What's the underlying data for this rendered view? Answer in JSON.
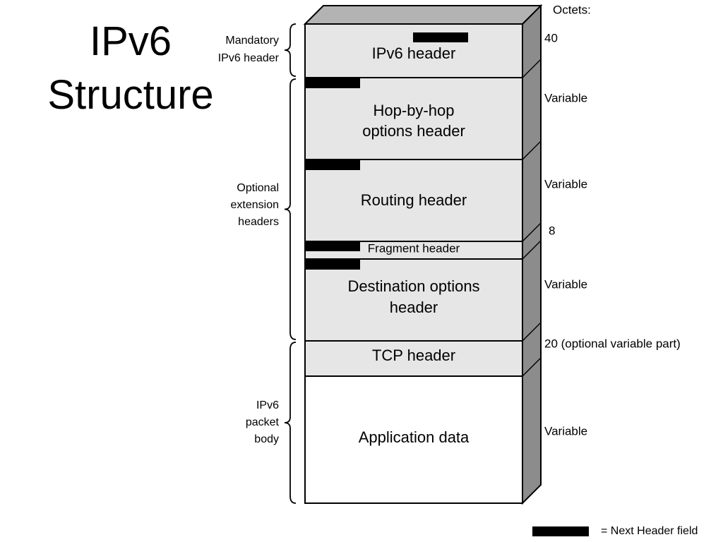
{
  "title": {
    "line1": "IPv6",
    "line2": "Structure"
  },
  "octets_heading": "Octets:",
  "layers": [
    {
      "label_lines": [
        "IPv6 header"
      ],
      "octets": "40"
    },
    {
      "label_lines": [
        "Hop-by-hop",
        "options header"
      ],
      "octets": "Variable"
    },
    {
      "label_lines": [
        "Routing header"
      ],
      "octets": "Variable"
    },
    {
      "label_lines": [
        "Fragment header"
      ],
      "octets": "8"
    },
    {
      "label_lines": [
        "Destination options",
        "header"
      ],
      "octets": "Variable"
    },
    {
      "label_lines": [
        "TCP header"
      ],
      "octets": "20 (optional variable part)"
    },
    {
      "label_lines": [
        "Application data"
      ],
      "octets": "Variable"
    }
  ],
  "groups": [
    {
      "label_lines": [
        "Mandatory",
        "IPv6 header"
      ]
    },
    {
      "label_lines": [
        "Optional",
        "extension",
        "headers"
      ]
    },
    {
      "label_lines": [
        "IPv6",
        "packet",
        "body"
      ]
    }
  ],
  "legend": {
    "text": "= Next Header field"
  },
  "colors": {
    "layer_fill": "#e6e6e6",
    "body_fill": "#ffffff",
    "side_fill": "#8c8c8c",
    "top_fill": "#b3b3b3",
    "marker": "#000000"
  }
}
